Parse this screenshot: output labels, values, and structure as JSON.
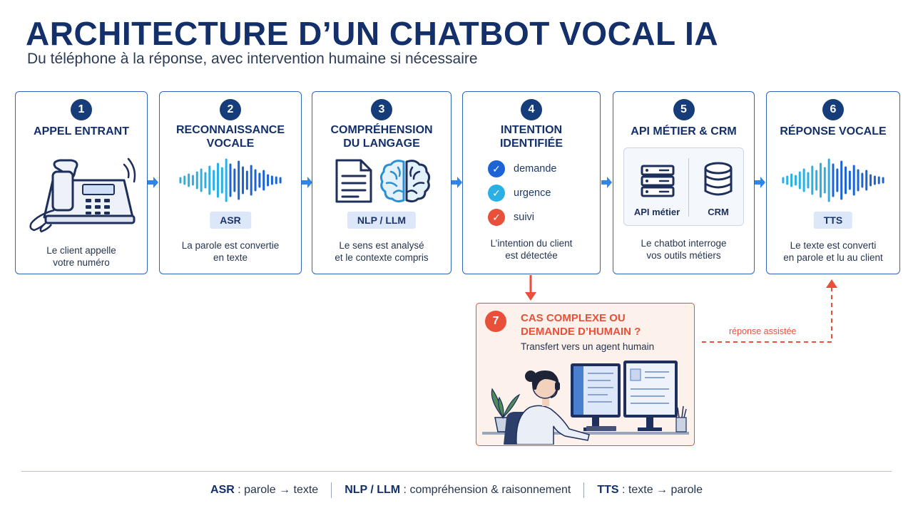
{
  "header": {
    "title": "ARCHITECTURE D’UN CHATBOT VOCAL IA",
    "subtitle": "Du téléphone à la réponse, avec intervention humaine si nécessaire"
  },
  "steps": [
    {
      "num": "1",
      "title": "APPEL ENTRANT",
      "desc_lines": [
        "Le client appelle",
        "votre numéro"
      ]
    },
    {
      "num": "2",
      "title_lines": [
        "RECONNAISSANCE",
        "VOCALE"
      ],
      "tag": "ASR",
      "desc_lines": [
        "La parole est convertie",
        "en texte"
      ]
    },
    {
      "num": "3",
      "title_lines": [
        "COMPRÉHENSION",
        "DU LANGAGE"
      ],
      "tag": "NLP / LLM",
      "desc_lines": [
        "Le sens est analysé",
        "et le contexte compris"
      ]
    },
    {
      "num": "4",
      "title_lines": [
        "INTENTION",
        "IDENTIFIÉE"
      ],
      "intents": [
        "demande",
        "urgence",
        "suivi"
      ],
      "desc_lines": [
        "L’intention du client",
        "est détectée"
      ]
    },
    {
      "num": "5",
      "title": "API MÉTIER & CRM",
      "api_label": "API métier",
      "crm_label": "CRM",
      "desc_lines": [
        "Le chatbot interroge",
        "vos outils métiers"
      ]
    },
    {
      "num": "6",
      "title": "RÉPONSE VOCALE",
      "tag": "TTS",
      "desc_lines": [
        "Le texte est converti",
        "en parole et lu au client"
      ]
    }
  ],
  "escalation": {
    "num": "7",
    "title_lines": [
      "CAS COMPLEXE OU",
      "DEMANDE D’HUMAIN ?"
    ],
    "desc": "Transfert vers un agent humain",
    "assisted_label": "réponse assistée"
  },
  "footer": {
    "items": [
      {
        "term": "ASR",
        "def": " : parole → texte"
      },
      {
        "term": "NLP / LLM",
        "def": " : compréhension & raisonnement"
      },
      {
        "term": "TTS",
        "def": " : texte → parole"
      }
    ]
  },
  "colors": {
    "navy": "#14306b",
    "accent_blue": "#2f63b8",
    "arrow_blue": "#2f86e8",
    "alert_red": "#e8503a",
    "check_blue": "#1c64d6",
    "check_cyan": "#2bb0e6"
  },
  "icons": [
    "telephone-icon",
    "waveform-icon",
    "document-icon",
    "brain-icon",
    "check-icon",
    "server-icon",
    "database-icon",
    "waveform-icon",
    "agent-icon"
  ]
}
